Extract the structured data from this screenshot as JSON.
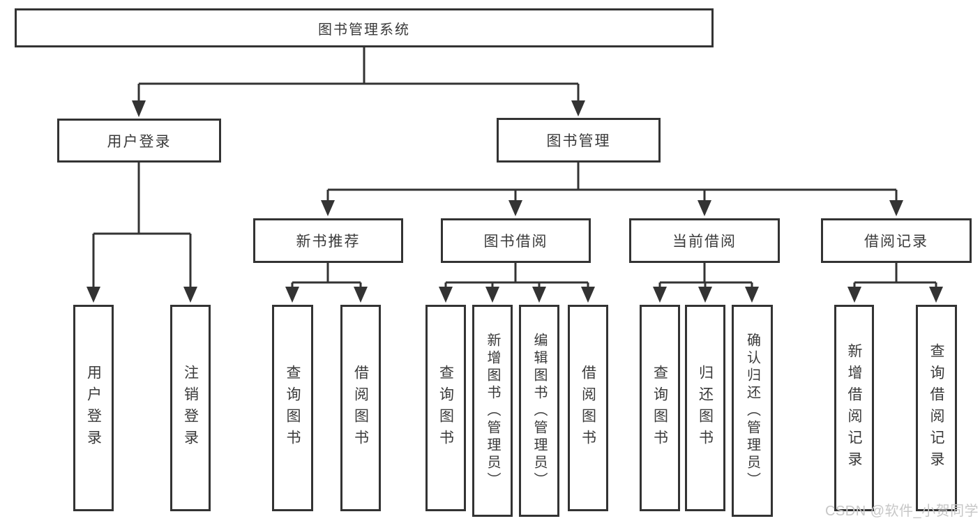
{
  "diagram": {
    "root": "图书管理系统",
    "level1": {
      "user_login": "用户登录",
      "book_management": "图书管理"
    },
    "level2": {
      "new_book_recommend": "新书推荐",
      "book_borrow": "图书借阅",
      "current_borrow": "当前借阅",
      "borrow_records": "借阅记录"
    },
    "leaves": {
      "user_login": [
        "用户登录",
        "注销登录"
      ],
      "new_book_recommend": [
        "查询图书",
        "借阅图书"
      ],
      "book_borrow": [
        "查询图书",
        "新增图书（管理员）",
        "编辑图书（管理员）",
        "借阅图书"
      ],
      "current_borrow": [
        "查询图书",
        "归还图书",
        "确认归还（管理员）"
      ],
      "borrow_records": [
        "新增借阅记录",
        "查询借阅记录"
      ]
    }
  },
  "watermark": "CSDN @软件_小贺同学",
  "colors": {
    "line": "#333333",
    "text": "#3a3a3a",
    "watermark": "#c7c7c7",
    "background": "#ffffff"
  }
}
